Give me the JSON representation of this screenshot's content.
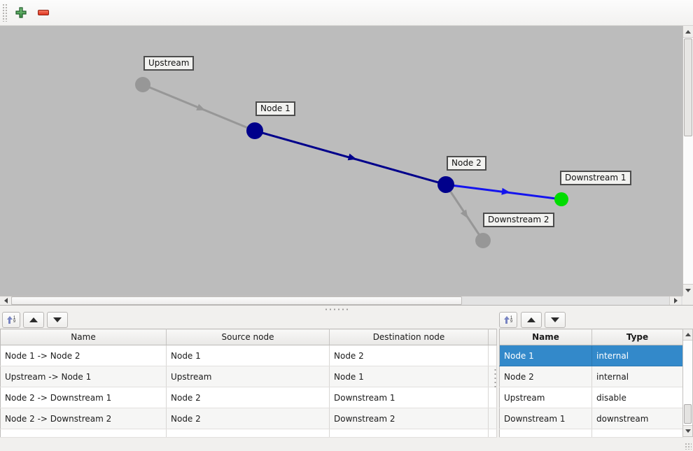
{
  "graph": {
    "canvas_bg": "#bcbcbc",
    "nodes": [
      {
        "label": "Upstream",
        "color": "#979797"
      },
      {
        "label": "Node 1",
        "color": "#00008b"
      },
      {
        "label": "Node 2",
        "color": "#00008b"
      },
      {
        "label": "Downstream 1",
        "color": "#00dc00"
      },
      {
        "label": "Downstream 2",
        "color": "#979797"
      }
    ],
    "edges": [
      {
        "from": "Upstream",
        "to": "Node 1",
        "color": "#979797"
      },
      {
        "from": "Node 1",
        "to": "Node 2",
        "color": "#00008b"
      },
      {
        "from": "Node 2",
        "to": "Downstream 1",
        "color": "#1414ee"
      },
      {
        "from": "Node 2",
        "to": "Downstream 2",
        "color": "#979797"
      }
    ]
  },
  "edges_table": {
    "headers": [
      "Name",
      "Source node",
      "Destination node"
    ],
    "rows": [
      {
        "name": "Node 1 -> Node 2",
        "source": "Node 1",
        "destination": "Node 2"
      },
      {
        "name": "Upstream -> Node 1",
        "source": "Upstream",
        "destination": "Node 1"
      },
      {
        "name": "Node 2 -> Downstream 1",
        "source": "Node 2",
        "destination": "Downstream 1"
      },
      {
        "name": "Node 2 -> Downstream 2",
        "source": "Node 2",
        "destination": "Downstream 2"
      }
    ]
  },
  "nodes_table": {
    "headers": [
      "Name",
      "Type"
    ],
    "rows": [
      {
        "name": "Node 1",
        "type": "internal",
        "selected": true
      },
      {
        "name": "Node 2",
        "type": "internal",
        "selected": false
      },
      {
        "name": "Upstream",
        "type": "disable",
        "selected": false
      },
      {
        "name": "Downstream 1",
        "type": "downstream",
        "selected": false
      }
    ],
    "selection_color": "#3389ca"
  },
  "icons": {
    "sort_digit_top": "1",
    "sort_digit_bottom": "9"
  }
}
